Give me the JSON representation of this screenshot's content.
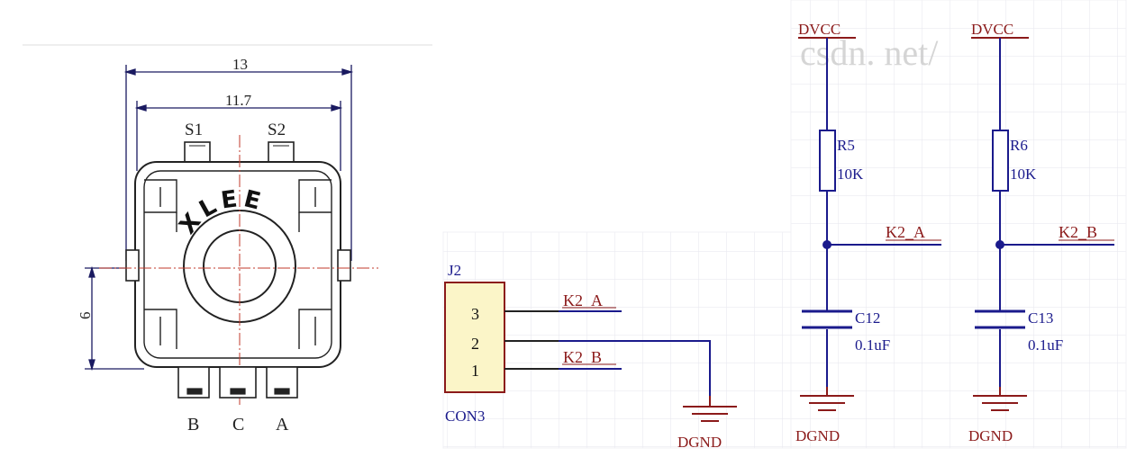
{
  "mechanical": {
    "dim_width_outer": "13",
    "dim_width_inner": "11.7",
    "dim_height": "6",
    "pin_top_left": "S1",
    "pin_top_right": "S2",
    "pin_bottom_b": "B",
    "pin_bottom_c": "C",
    "pin_bottom_a": "A",
    "brand_logo_text": "XLEE"
  },
  "connector": {
    "ref": "J2",
    "part": "CON3",
    "pin3": "3",
    "pin2": "2",
    "pin1": "1",
    "net_a": "K2_A",
    "net_b": "K2_B",
    "ground": "DGND"
  },
  "channel_a": {
    "supply": "DVCC",
    "resistor_ref": "R5",
    "resistor_value": "10K",
    "net": "K2_A",
    "cap_ref": "C12",
    "cap_value": "0.1uF",
    "ground": "DGND"
  },
  "channel_b": {
    "supply": "DVCC",
    "resistor_ref": "R6",
    "resistor_value": "10K",
    "net": "K2_B",
    "cap_ref": "C13",
    "cap_value": "0.1uF",
    "ground": "DGND"
  },
  "watermark": "csdn. net/",
  "colors": {
    "wire": "#1a1a8c",
    "label": "#8b1a1a",
    "connector_fill": "#fbf5c8",
    "grid": "#e3e3ea"
  }
}
